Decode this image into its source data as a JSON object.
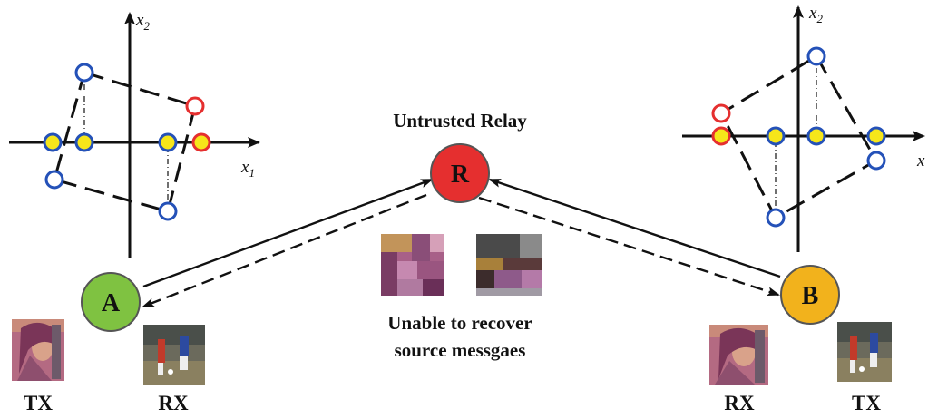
{
  "relay": {
    "title": "Untrusted Relay",
    "label": "R",
    "color": "#e52f2f"
  },
  "node_a": {
    "label": "A",
    "color": "#7fc241",
    "tx": "TX",
    "rx": "RX"
  },
  "node_b": {
    "label": "B",
    "color": "#f2b21c",
    "tx": "TX",
    "rx": "RX"
  },
  "relay_message": {
    "line1": "Unable to recover",
    "line2": "source messgaes"
  },
  "axes": {
    "x_var": "x",
    "x_sub": "1",
    "y_var": "x",
    "y_sub": "2"
  },
  "colors": {
    "point_blue": "#2451b8",
    "point_red": "#e52f2f",
    "fill_yellow": "#f6e61a",
    "stroke": "#111111"
  },
  "images": [
    {
      "id": "lena-a",
      "type": "portrait",
      "tint": "#b0607a"
    },
    {
      "id": "soccer-a",
      "type": "soccer",
      "tint": "#6a6a5a"
    },
    {
      "id": "lena-b",
      "type": "portrait",
      "tint": "#b0607a"
    },
    {
      "id": "soccer-b",
      "type": "soccer",
      "tint": "#6a6a5a"
    },
    {
      "id": "scrambled-1",
      "type": "scrambled",
      "tint": "#a05a90"
    },
    {
      "id": "scrambled-2",
      "type": "scrambled",
      "tint": "#6a5a5a"
    }
  ]
}
